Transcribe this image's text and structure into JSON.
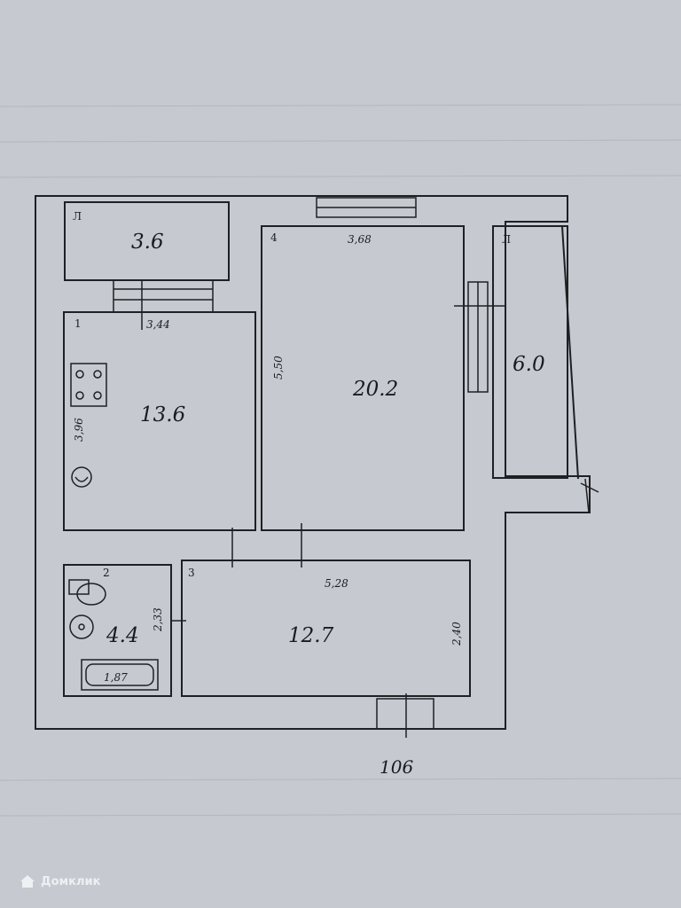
{
  "plan": {
    "sheet_number": "106",
    "rooms": [
      {
        "id": "loggia-1",
        "number": "Л",
        "area": "3.6"
      },
      {
        "id": "kitchen",
        "number": "1",
        "area": "13.6",
        "width": "3,44",
        "depth": "3,96"
      },
      {
        "id": "living-room",
        "number": "4",
        "area": "20.2",
        "width": "3,68",
        "depth": "5,50"
      },
      {
        "id": "loggia-2",
        "number": "Л",
        "area": "6.0"
      },
      {
        "id": "bathroom",
        "number": "2",
        "area": "4.4",
        "depth": "2,33",
        "bath": "1,87"
      },
      {
        "id": "bedroom",
        "number": "3",
        "area": "12.7",
        "width": "5,28",
        "depth": "2,40"
      }
    ]
  },
  "watermark": {
    "text": "Домклик"
  },
  "colors": {
    "paper": "#c6c9cf",
    "ink": "#1f2024",
    "background": "#8f939b"
  }
}
